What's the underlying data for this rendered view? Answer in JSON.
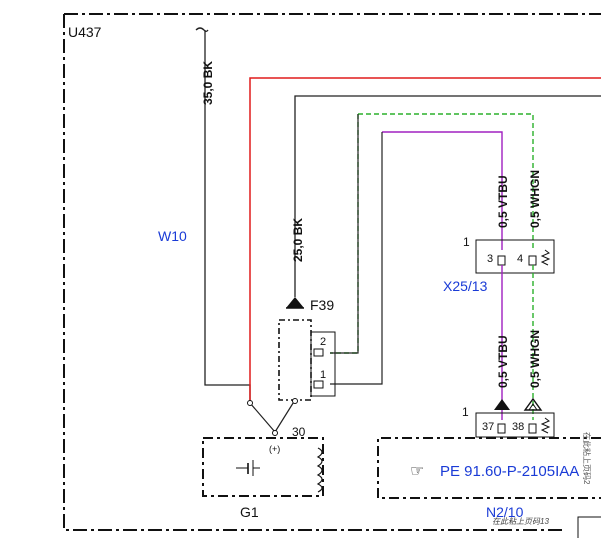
{
  "diagram": {
    "frame_label": "U437",
    "ground_ref": "W10",
    "battery": {
      "name": "G1",
      "terminal": "30",
      "polarity": "(+)"
    },
    "fuse": {
      "name": "F39",
      "pin_top": "2",
      "pin_bottom": "1"
    },
    "connector_x25": {
      "name": "X25/13",
      "pin_index": "1",
      "pin_a": "3",
      "pin_b": "4"
    },
    "module_n2": {
      "name": "N2/10",
      "pin_index": "1",
      "pin_a": "37",
      "pin_b": "38",
      "ref": "PE 91.60-P-2105IAA"
    },
    "wires": {
      "w1": "35,0 BK",
      "w2": "25,0 BK",
      "vtbu_upper": "0,5 VTBU",
      "whgn_upper": "0,5 WHGN",
      "vtbu_lower": "0,5 VTBU",
      "whgn_lower": "0,5 WHGN"
    },
    "side_note_right": "在此粘上页码2",
    "bottom_note": "在此粘上页码13",
    "colors": {
      "wire_black": "#222222",
      "wire_red": "#e01b1b",
      "wire_violet": "#a020c0",
      "wire_green": "#2bb02b",
      "label_blue": "#1a3bd6"
    }
  }
}
